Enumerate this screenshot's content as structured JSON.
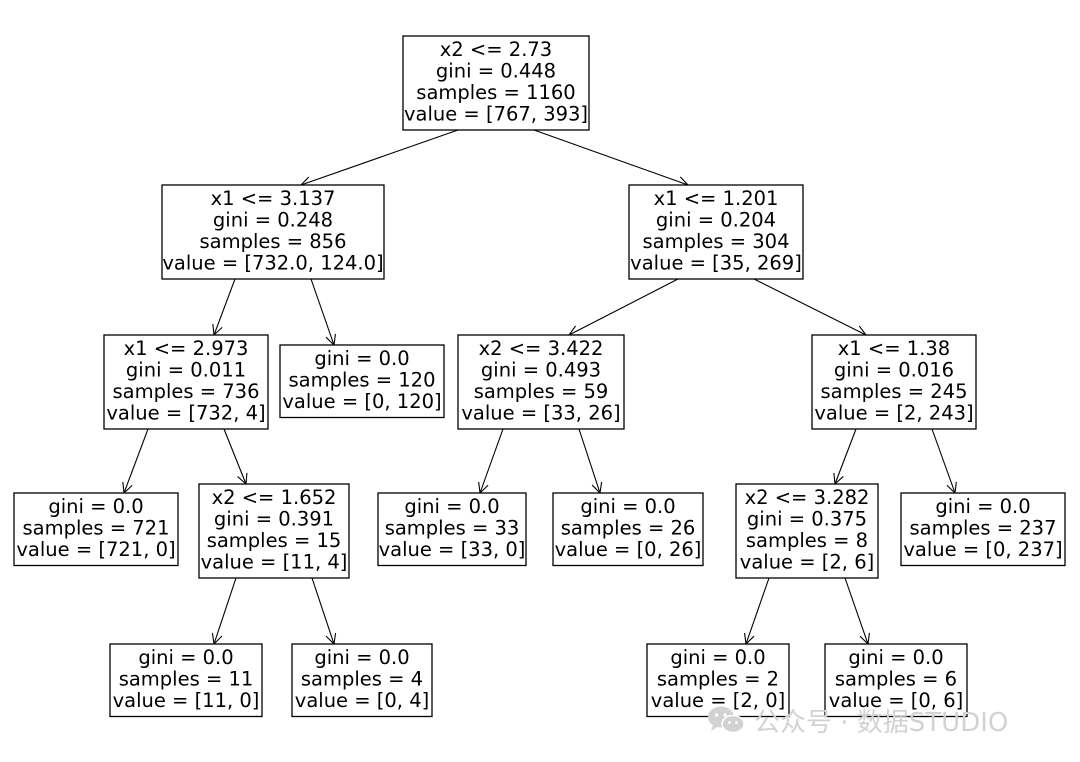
{
  "tree": {
    "nodes": [
      {
        "id": "n0",
        "lines": [
          "x2 <= 2.73",
          "gini = 0.448",
          "samples = 1160",
          "value = [767, 393]"
        ]
      },
      {
        "id": "n1",
        "lines": [
          "x1 <= 3.137",
          "gini = 0.248",
          "samples = 856",
          "value = [732.0, 124.0]"
        ]
      },
      {
        "id": "n2",
        "lines": [
          "x1 <= 1.201",
          "gini = 0.204",
          "samples = 304",
          "value = [35, 269]"
        ]
      },
      {
        "id": "n3",
        "lines": [
          "x1 <= 2.973",
          "gini = 0.011",
          "samples = 736",
          "value = [732, 4]"
        ]
      },
      {
        "id": "n4",
        "lines": [
          "gini = 0.0",
          "samples = 120",
          "value = [0, 120]"
        ]
      },
      {
        "id": "n5",
        "lines": [
          "x2 <= 3.422",
          "gini = 0.493",
          "samples = 59",
          "value = [33, 26]"
        ]
      },
      {
        "id": "n6",
        "lines": [
          "x1 <= 1.38",
          "gini = 0.016",
          "samples = 245",
          "value = [2, 243]"
        ]
      },
      {
        "id": "n7",
        "lines": [
          "gini = 0.0",
          "samples = 721",
          "value = [721, 0]"
        ]
      },
      {
        "id": "n8",
        "lines": [
          "x2 <= 1.652",
          "gini = 0.391",
          "samples = 15",
          "value = [11, 4]"
        ]
      },
      {
        "id": "n9",
        "lines": [
          "gini = 0.0",
          "samples = 33",
          "value = [33, 0]"
        ]
      },
      {
        "id": "n10",
        "lines": [
          "gini = 0.0",
          "samples = 26",
          "value = [0, 26]"
        ]
      },
      {
        "id": "n11",
        "lines": [
          "x2 <= 3.282",
          "gini = 0.375",
          "samples = 8",
          "value = [2, 6]"
        ]
      },
      {
        "id": "n12",
        "lines": [
          "gini = 0.0",
          "samples = 237",
          "value = [0, 237]"
        ]
      },
      {
        "id": "n13",
        "lines": [
          "gini = 0.0",
          "samples = 11",
          "value = [11, 0]"
        ]
      },
      {
        "id": "n14",
        "lines": [
          "gini = 0.0",
          "samples = 4",
          "value = [0, 4]"
        ]
      },
      {
        "id": "n15",
        "lines": [
          "gini = 0.0",
          "samples = 2",
          "value = [2, 0]"
        ]
      },
      {
        "id": "n16",
        "lines": [
          "gini = 0.0",
          "samples = 6",
          "value = [0, 6]"
        ]
      }
    ],
    "edges": [
      [
        "n0",
        "n1"
      ],
      [
        "n0",
        "n2"
      ],
      [
        "n1",
        "n3"
      ],
      [
        "n1",
        "n4"
      ],
      [
        "n2",
        "n5"
      ],
      [
        "n2",
        "n6"
      ],
      [
        "n3",
        "n7"
      ],
      [
        "n3",
        "n8"
      ],
      [
        "n5",
        "n9"
      ],
      [
        "n5",
        "n10"
      ],
      [
        "n6",
        "n11"
      ],
      [
        "n6",
        "n12"
      ],
      [
        "n8",
        "n13"
      ],
      [
        "n8",
        "n14"
      ],
      [
        "n11",
        "n15"
      ],
      [
        "n11",
        "n16"
      ]
    ]
  },
  "watermark": {
    "text": "公众号 · 数据STUDIO",
    "icon": "wechat-icon"
  }
}
